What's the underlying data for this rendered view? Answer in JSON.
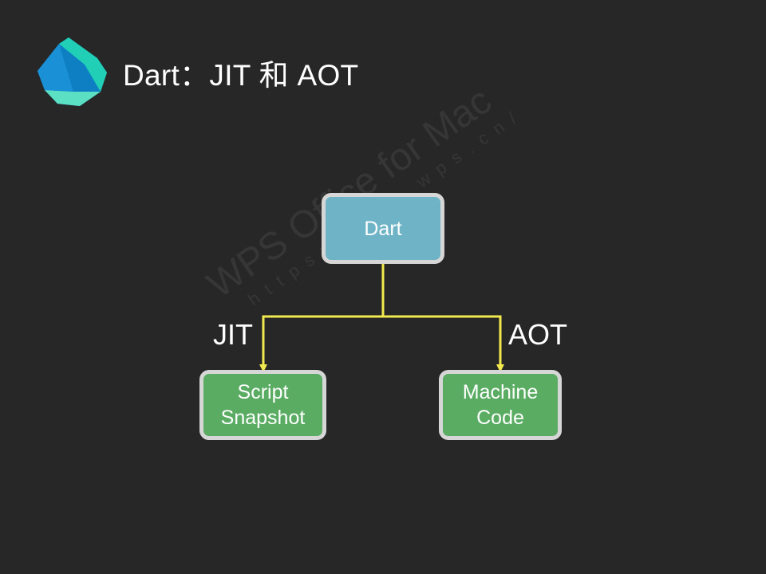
{
  "slide": {
    "title": "Dart：JIT 和 AOT"
  },
  "diagram": {
    "root": {
      "label": "Dart"
    },
    "children": [
      {
        "label": "Script\nSnapshot",
        "edge_label": "JIT"
      },
      {
        "label": "Machine\nCode",
        "edge_label": "AOT"
      }
    ]
  },
  "watermark": {
    "main": "WPS Office for Mac",
    "url": "https://mac.wps.cn/"
  },
  "colors": {
    "background": "#272727",
    "root_fill": "#6eb4c6",
    "child_fill": "#5aac63",
    "node_border": "#d6d6d6",
    "connector": "#f2e94e",
    "logo_primary": "#1fc7b4",
    "logo_dark": "#0b75b8"
  },
  "icons": {
    "logo": "dart-logo-icon"
  }
}
